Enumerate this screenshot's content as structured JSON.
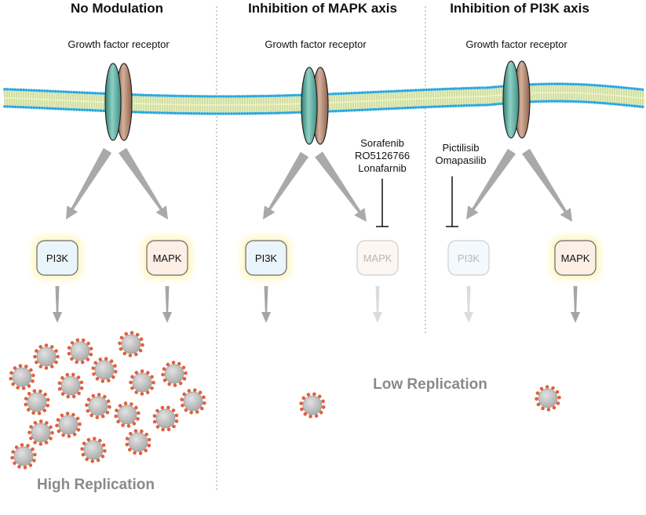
{
  "panels": [
    {
      "title": "No Modulation",
      "receptor_label": "Growth factor receptor",
      "pi3k": {
        "label": "PI3K",
        "active": true
      },
      "mapk": {
        "label": "MAPK",
        "active": true
      }
    },
    {
      "title": "Inhibition of MAPK axis",
      "receptor_label": "Growth factor receptor",
      "pi3k": {
        "label": "PI3K",
        "active": true
      },
      "mapk": {
        "label": "MAPK",
        "active": false
      },
      "inhibitors": [
        "Sorafenib",
        "RO5126766",
        "Lonafarnib"
      ]
    },
    {
      "title": "Inhibition of PI3K axis",
      "receptor_label": "Growth factor receptor",
      "pi3k": {
        "label": "PI3K",
        "active": false
      },
      "mapk": {
        "label": "MAPK",
        "active": true
      },
      "inhibitors": [
        "Pictilisib",
        "Omapasilib"
      ]
    }
  ],
  "outcomes": {
    "high": "High Replication",
    "low": "Low Replication"
  },
  "virus_counts": {
    "no_modulation": 18,
    "mapk_inhibition": 1,
    "pi3k_inhibition": 1
  },
  "colors": {
    "membrane_fill": "#eaf2c4",
    "membrane_head": "#29a8e0",
    "receptor_teal": "#62b3a5",
    "receptor_brown": "#b08468",
    "pi3k_fill": "#eaf5fb",
    "mapk_fill": "#fbefe6",
    "glow": "#fff3a6",
    "arrow": "#a9a9a9",
    "virus": "#c8c8c8",
    "spike": "#e0603c",
    "divider": "#9a9a9a"
  }
}
